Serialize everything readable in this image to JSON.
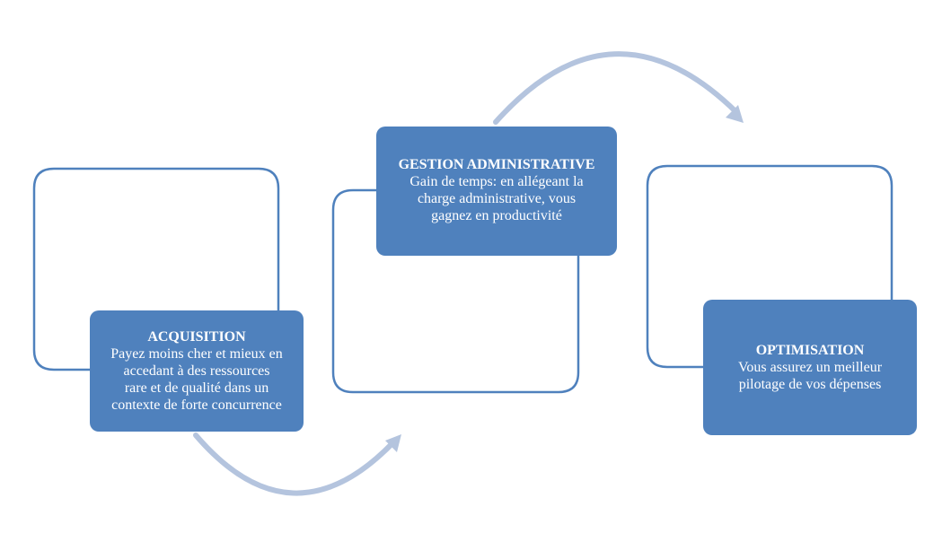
{
  "diagram": {
    "colors": {
      "card_fill": "#4f81bd",
      "outline": "#4f81bd",
      "arrow": "#b4c4de",
      "text": "#ffffff"
    },
    "steps": [
      {
        "title": "ACQUISITION",
        "text": "Payez moins cher et mieux en\naccedant à des ressources\nrare et de qualité dans un\ncontexte de forte concurrence"
      },
      {
        "title": "GESTION ADMINISTRATIVE",
        "text": "Gain de temps: en allégeant la\ncharge administrative, vous\ngagnez en productivité"
      },
      {
        "title": "OPTIMISATION",
        "text": "Vous assurez un meilleur\npilotage de vos dépenses"
      }
    ],
    "connectors": [
      {
        "from": "ACQUISITION",
        "to": "GESTION ADMINISTRATIVE",
        "icon": "curved-arrow-icon"
      },
      {
        "from": "GESTION ADMINISTRATIVE",
        "to": "OPTIMISATION",
        "icon": "curved-arrow-icon"
      }
    ]
  }
}
